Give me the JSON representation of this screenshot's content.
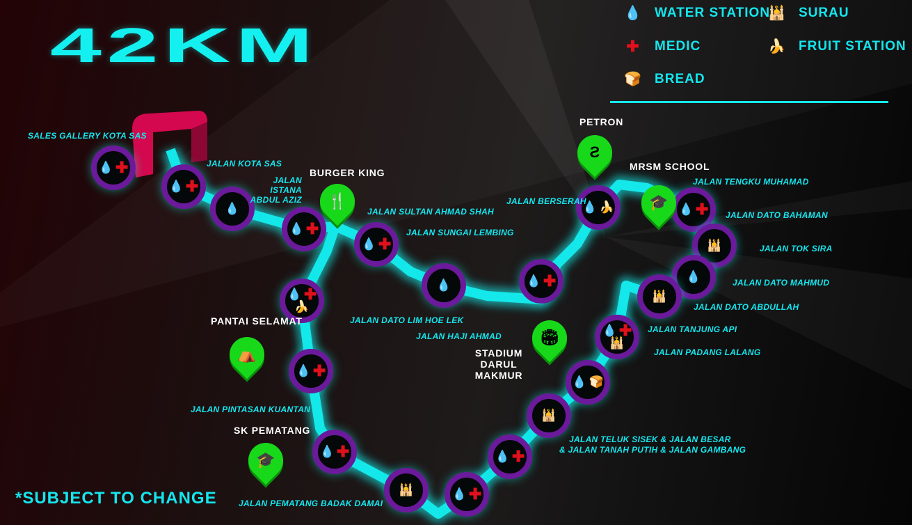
{
  "title": "42KM",
  "legend": [
    {
      "icon": "water-drop-icon",
      "glyph": "💧",
      "label": "WATER STATION"
    },
    {
      "icon": "surau-icon",
      "glyph": "🕌",
      "label": "SURAU"
    },
    {
      "icon": "medic-cross-icon",
      "glyph": "✚",
      "label": "MEDIC"
    },
    {
      "icon": "banana-icon",
      "glyph": "🍌",
      "label": "FRUIT STATION"
    },
    {
      "icon": "bread-icon",
      "glyph": "🍞",
      "label": "BREAD"
    }
  ],
  "places": [
    "SALES GALLERY KOTA SAS",
    "BURGER KING",
    "PANTAI SELAMAT",
    "SK PEMATANG",
    "PETRON",
    "MRSM SCHOOL",
    "STADIUM DARUL MAKMUR"
  ],
  "roads": [
    "JALAN KOTA SAS",
    "JALAN ISTANA ABDUL AZIZ",
    "JALAN SULTAN AHMAD SHAH",
    "JALAN SUNGAI LEMBING",
    "JALAN DATO LIM HOE LEK",
    "JALAN HAJI AHMAD",
    "JALAN BERSERAH",
    "JALAN TENGKU MUHAMAD",
    "JALAN DATO BAHAMAN",
    "JALAN TOK SIRA",
    "JALAN DATO MAHMUD",
    "JALAN DATO ABDULLAH",
    "JALAN TANJUNG API",
    "JALAN PADANG LALANG",
    "JALAN TELUK SISEK & JALAN BESAR",
    "& JALAN TANAH PUTIH & JALAN GAMBANG",
    "JALAN PINTASAN KUANTAN",
    "JALAN PEMATANG BADAK DAMAI"
  ],
  "stations": [
    [
      "water",
      "medic"
    ],
    [
      "water",
      "medic"
    ],
    [
      "water"
    ],
    [
      "water",
      "medic"
    ],
    [
      "water",
      "medic"
    ],
    [
      "water"
    ],
    [
      "water",
      "medic"
    ],
    [
      "water",
      "fruit"
    ],
    [
      "water",
      "medic"
    ],
    [
      "surau"
    ],
    [
      "water"
    ],
    [
      "surau"
    ],
    [
      "water",
      "medic",
      "surau"
    ],
    [
      "water",
      "bread"
    ],
    [
      "surau"
    ],
    [
      "water",
      "medic"
    ],
    [
      "water",
      "medic"
    ],
    [
      "surau"
    ],
    [
      "water",
      "medic"
    ],
    [
      "water",
      "medic"
    ],
    [
      "water",
      "medic",
      "fruit"
    ]
  ],
  "note": "*SUBJECT TO CHANGE",
  "colors": {
    "route": "#14f0f0",
    "station_ring": "#6a1a9a",
    "pin": "#18d81a",
    "arch": "#d4084e"
  }
}
